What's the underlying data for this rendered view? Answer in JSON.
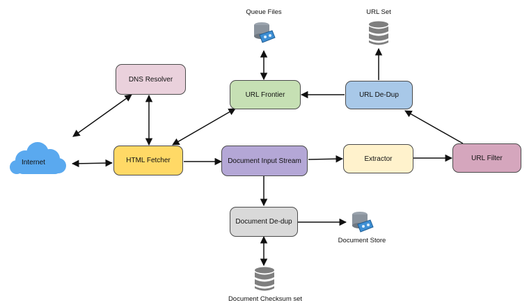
{
  "colors": {
    "dns": "#ead1dc",
    "frontier": "#c6e0b4",
    "dedup_url": "#a8c8e8",
    "fetcher": "#ffd966",
    "stream": "#b4a7d6",
    "extractor": "#fff2cc",
    "filter": "#d5a6bd",
    "doc_dedup": "#d9d9d9",
    "cloud": "#5aa9ef"
  },
  "nodes": {
    "dns_resolver": "DNS Resolver",
    "url_frontier": "URL Frontier",
    "url_dedup": "URL De-Dup",
    "html_fetcher": "HTML Fetcher",
    "doc_input_stream": "Document Input Stream",
    "extractor": "Extractor",
    "url_filter": "URL Filter",
    "doc_dedup": "Document De-dup"
  },
  "labels": {
    "internet": "Internet",
    "queue_files": "Queue Files",
    "url_set": "URL Set",
    "document_store": "Document Store",
    "document_checksum_set": "Document Checksum set"
  }
}
